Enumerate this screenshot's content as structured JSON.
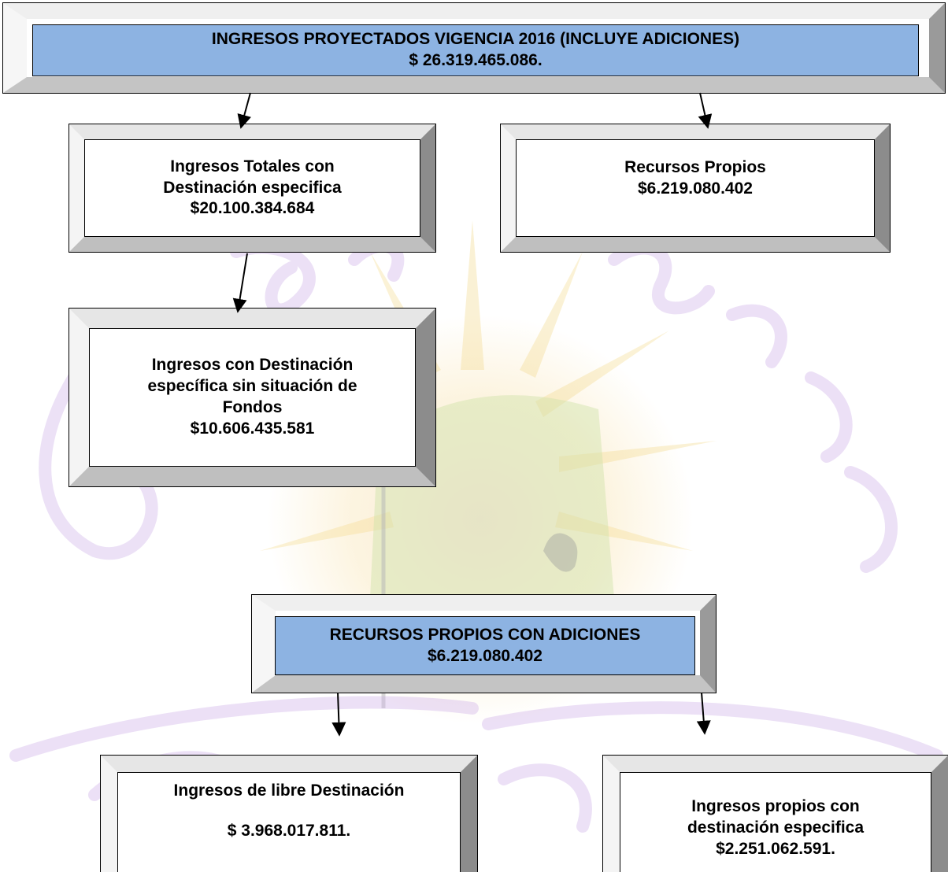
{
  "top": {
    "title": "INGRESOS  PROYECTADOS  VIGENCIA 2016   (INCLUYE ADICIONES)",
    "amount": "$ 26.319.465.086."
  },
  "dest_especifica": {
    "line1": "Ingresos Totales con",
    "line2": "Destinación especifica",
    "amount": "$20.100.384.684"
  },
  "recursos_propios": {
    "label": "Recursos Propios",
    "amount": "$6.219.080.402"
  },
  "sin_fondos": {
    "line1": "Ingresos con Destinación",
    "line2": "específica sin situación de",
    "line3": "Fondos",
    "amount": "$10.606.435.581"
  },
  "rp_adiciones": {
    "title": "RECURSOS PROPIOS CON ADICIONES",
    "amount": "$6.219.080.402"
  },
  "libre": {
    "label": "Ingresos de libre Destinación",
    "amount": "$ 3.968.017.811."
  },
  "propios_dest": {
    "line1": "Ingresos propios con",
    "line2": "destinación especifica",
    "amount": "$2.251.062.591."
  },
  "colors": {
    "banner_fill": "#8db3e2",
    "watermark_purple": "#c7a6e0",
    "watermark_yellow": "#f3d98a",
    "watermark_green": "#b9d58a"
  }
}
